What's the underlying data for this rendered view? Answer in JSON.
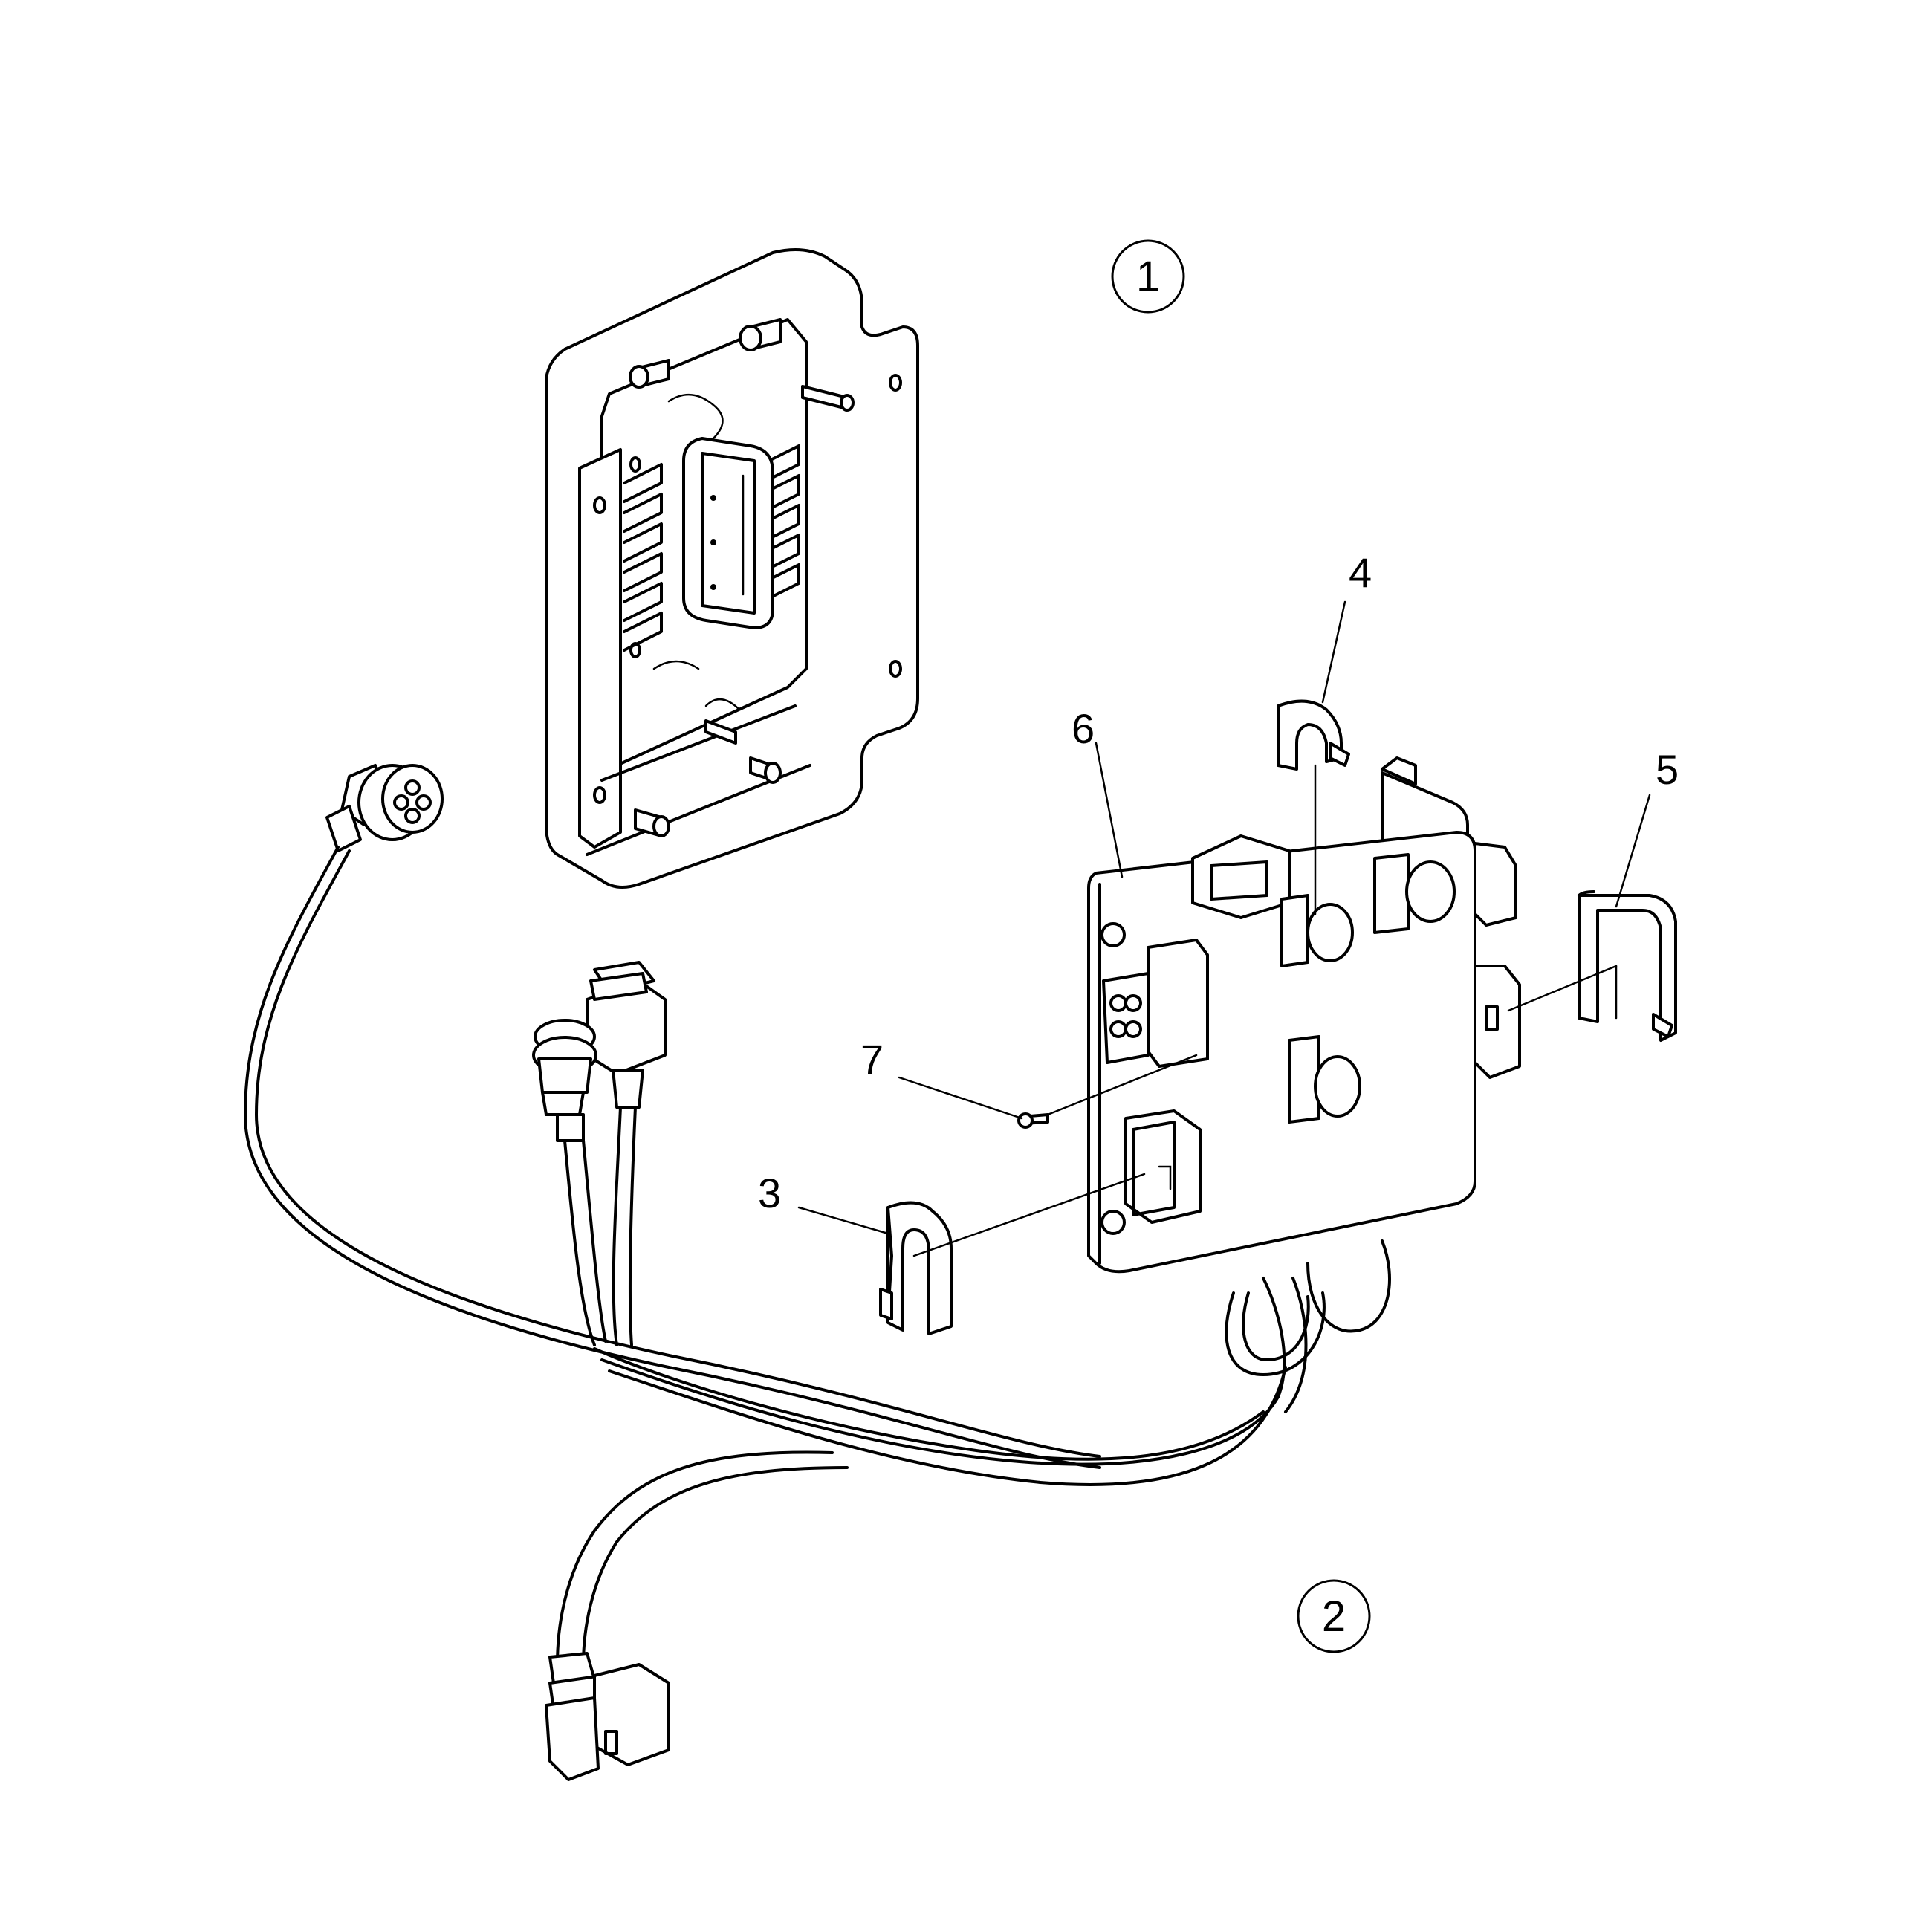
{
  "diagram": {
    "circled_labels": [
      "1",
      "2"
    ],
    "callouts": [
      "3",
      "4",
      "5",
      "6",
      "7"
    ]
  }
}
